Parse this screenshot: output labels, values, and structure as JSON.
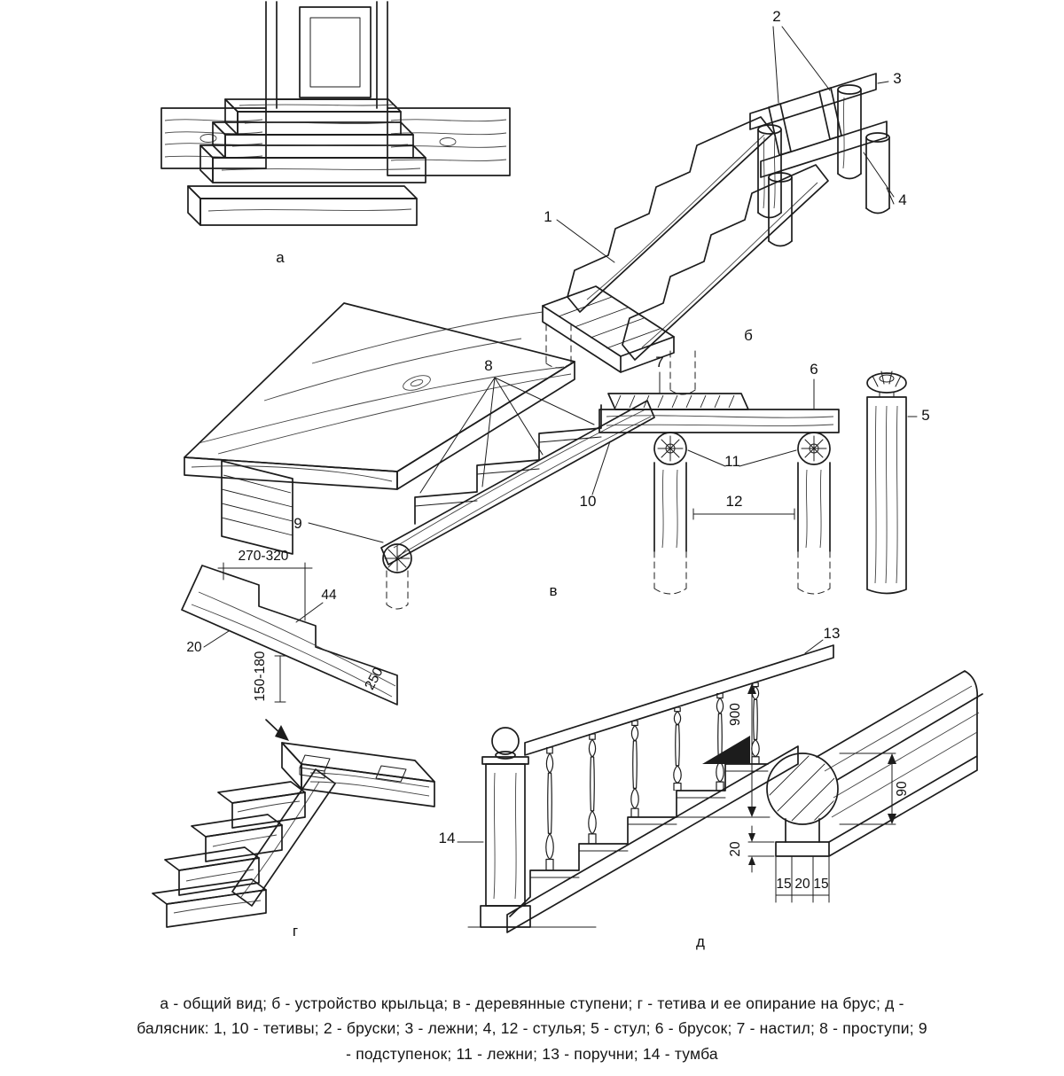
{
  "palette": {
    "ink": "#1c1c1c",
    "paper": "#ffffff"
  },
  "figure_labels": {
    "a": "а",
    "b": "б",
    "v": "в",
    "g": "г",
    "d": "д"
  },
  "callouts": {
    "n1": "1",
    "n2": "2",
    "n3": "3",
    "n4": "4",
    "n5": "5",
    "n6": "6",
    "n7": "7",
    "n8": "8",
    "n9": "9",
    "n10": "10",
    "n11": "11",
    "n12": "12",
    "n13": "13",
    "n14": "14"
  },
  "dimensions": {
    "tread_depth": "270-320",
    "stringer_thickness": "44",
    "riser_height": "150-180",
    "board_width": "250",
    "notch": "20",
    "railing_height": "900",
    "handrail_width": "90",
    "base_height": "20",
    "slot_left": "15",
    "slot_center": "20",
    "slot_right": "15"
  },
  "caption": {
    "line1": "а - общий вид; б - устройство крыльца; в - деревянные ступени; г - тетива и ее опирание на брус; д -",
    "line2": "балясник: 1, 10 - тетивы; 2 - бруски; 3 - лежни; 4, 12 - стулья; 5 - стул; 6 - брусок; 7 - настил; 8 - проступи; 9",
    "line3": "- подступенок; 11 - лежни; 13 - поручни; 14 - тумба"
  }
}
